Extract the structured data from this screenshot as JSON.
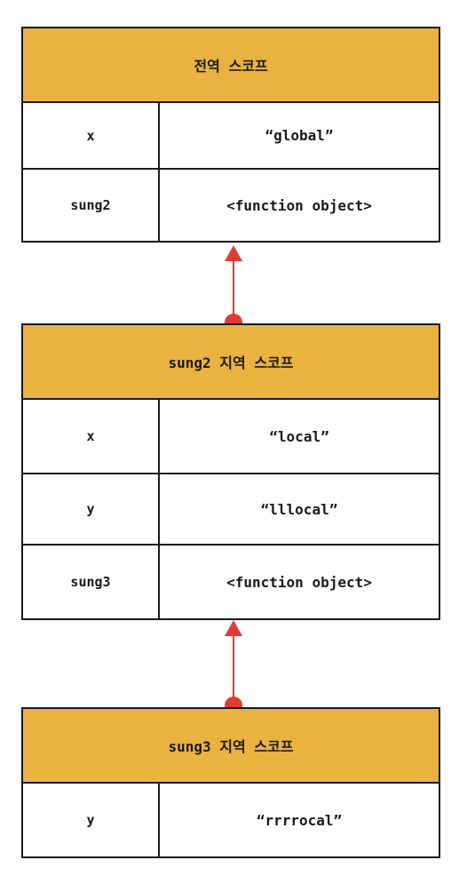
{
  "scopes": [
    {
      "title": "전역 스코프",
      "rows": [
        {
          "key": "x",
          "value": "“global”"
        },
        {
          "key": "sung2",
          "value": "<function object>"
        }
      ]
    },
    {
      "title": "sung2 지역 스코프",
      "rows": [
        {
          "key": "x",
          "value": "“local”"
        },
        {
          "key": "y",
          "value": "“lllocal”"
        },
        {
          "key": "sung3",
          "value": "<function object>"
        }
      ]
    },
    {
      "title": "sung3 지역 스코프",
      "rows": [
        {
          "key": "y",
          "value": "“rrrrocal”"
        }
      ]
    }
  ],
  "colors": {
    "header_fill": "#eab23e",
    "arrow": "#e03a33",
    "border": "#1a1a1a"
  }
}
